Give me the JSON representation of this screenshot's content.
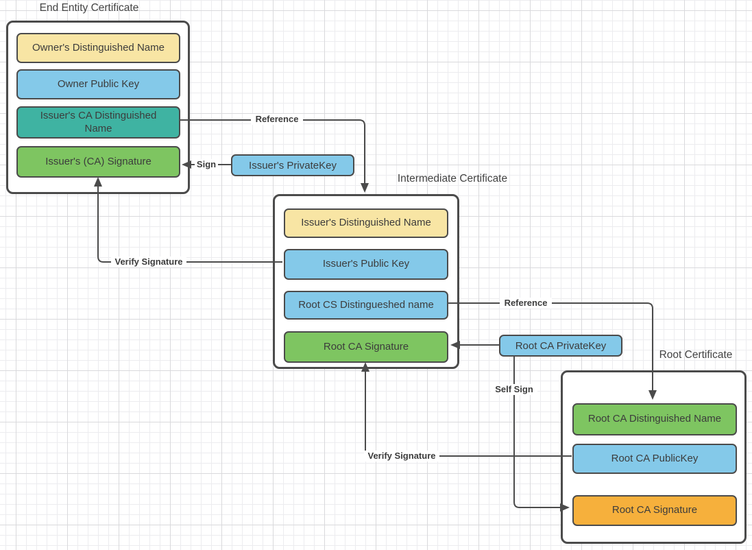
{
  "diagram": {
    "colors": {
      "stroke": "#4b4b4b",
      "text": "#3c3c3c",
      "yellow": "#f8e5a4",
      "blue": "#84c9e9",
      "teal": "#3fb3a2",
      "green": "#7ec561",
      "orange": "#f6b03c",
      "container_fill": "#ffffff",
      "grid_minor": "#ececef",
      "grid_major": "#d9d9dc"
    },
    "certificates": {
      "end_entity": {
        "title": "End Entity Certificate",
        "fields": [
          {
            "label": "Owner's Distinguished Name",
            "color": "#f8e5a4"
          },
          {
            "label": "Owner Public  Key",
            "color": "#84c9e9"
          },
          {
            "label": "Issuer's CA Distinguished Name",
            "color": "#3fb3a2"
          },
          {
            "label": "Issuer's (CA) Signature",
            "color": "#7ec561"
          }
        ]
      },
      "intermediate": {
        "title": "Intermediate Certificate",
        "fields": [
          {
            "label": "Issuer's Distinguished Name",
            "color": "#f8e5a4"
          },
          {
            "label": "Issuer's Public  Key",
            "color": "#84c9e9"
          },
          {
            "label": "Root CS Distingueshed name",
            "color": "#84c9e9"
          },
          {
            "label": "Root CA Signature",
            "color": "#7ec561"
          }
        ]
      },
      "root": {
        "title": "Root Certificate",
        "fields": [
          {
            "label": "Root CA Distinguished Name",
            "color": "#7ec561"
          },
          {
            "label": "Root CA PublicKey",
            "color": "#84c9e9"
          },
          {
            "label": "Root CA Signature",
            "color": "#f6b03c"
          }
        ]
      }
    },
    "keys": {
      "issuer_private_key": {
        "label": "Issuer's PrivateKey",
        "color": "#84c9e9"
      },
      "root_ca_private_key": {
        "label": "Root CA PrivateKey",
        "color": "#84c9e9"
      }
    },
    "edge_labels": {
      "reference_top": "Reference",
      "sign": "Sign",
      "verify_signature_left": "Verify Signature",
      "reference_right": "Reference",
      "self_sign": "Self Sign",
      "verify_signature_bottom": "Verify Signature"
    }
  }
}
